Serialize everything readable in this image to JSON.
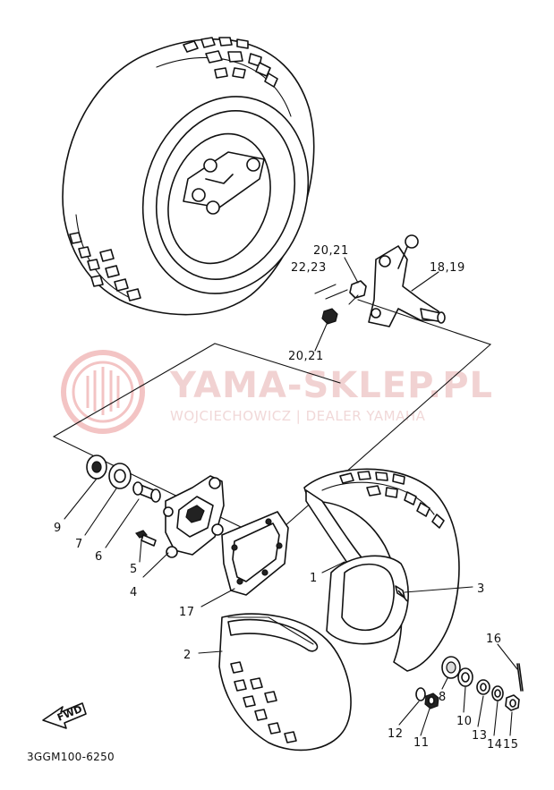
{
  "watermark": {
    "title": "YAMA-SKLEP.PL",
    "subtitle": "WOJCIECHOWICZ | DEALER YAMAHA",
    "color": "#e8a0a0"
  },
  "diagram_code": "3GGM100-6250",
  "fwd_label": "FWD",
  "labels": {
    "p1": "1",
    "p2": "2",
    "p3": "3",
    "p4": "4",
    "p5": "5",
    "p6": "6",
    "p7": "7",
    "p8": "8",
    "p9": "9",
    "p10": "10",
    "p11": "11",
    "p12": "12",
    "p13": "13",
    "p14": "14",
    "p15": "15",
    "p16": "16",
    "p17": "17",
    "p18_19": "18,19",
    "p20_21_top": "20,21",
    "p22_23": "22,23",
    "p20_21_bottom": "20,21"
  }
}
